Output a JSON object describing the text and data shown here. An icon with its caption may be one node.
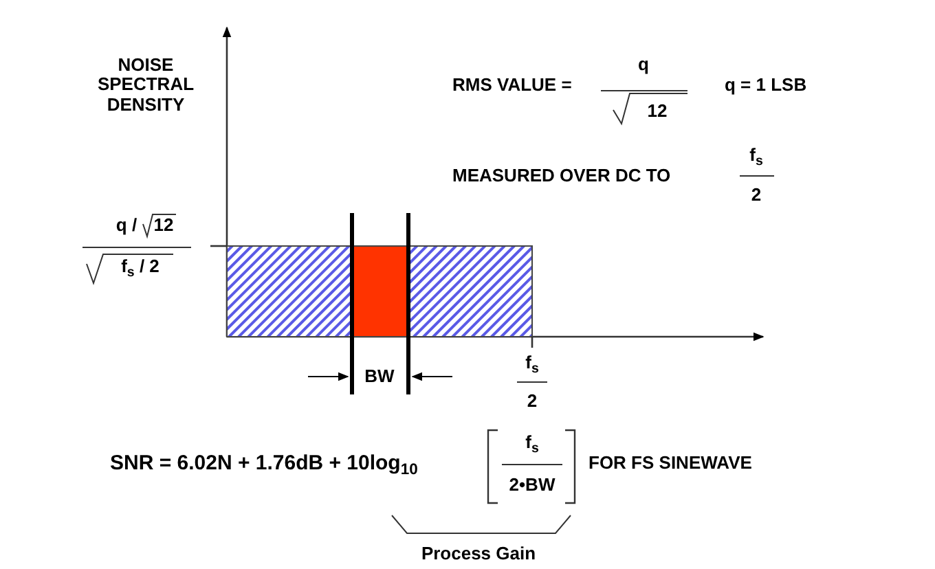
{
  "diagram": {
    "labels": [
      "NOISE SPECTRAL DENSITY",
      "RMS VALUE =",
      "q",
      "12",
      "q = 1 LSB",
      "MEASURED OVER DC TO",
      "f$_{s}$",
      "2",
      "q /",
      "12",
      "f$_{s}$ / 2",
      "BW",
      "f$_{s}$",
      "2",
      "SNR = 6.02N + 1.76dB + 10log$_{10}$",
      "f$_{s}$",
      "2•BW",
      "FOR FS SINEWAVE",
      "Process Gain"
    ]
  }
}
